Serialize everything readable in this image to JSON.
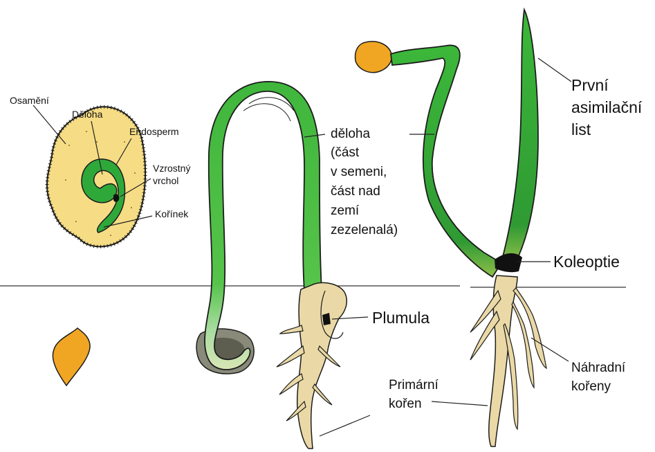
{
  "seed_labels": {
    "osameni": "Osamění",
    "deloha": "Děloha",
    "endosperm": "Endosperm",
    "vzrostny_line1": "Vzrostný",
    "vzrostny_line2": "vrchol",
    "korinek": "Kořínek"
  },
  "seedling_labels": {
    "deloha_lines": [
      "děloha",
      "(část",
      "v semeni,",
      "část nad",
      "zemí",
      "zezelenalá)"
    ],
    "plumula": "Plumula",
    "primarni_line1": "Primární",
    "primarni_line2": "kořen"
  },
  "plant_labels": {
    "prvni_line1": "První",
    "prvni_line2": "asimilační",
    "prvni_line3": "list",
    "koleoptie": "Koleoptie",
    "nahradni_line1": "Náhradní",
    "nahradni_line2": "kořeny"
  },
  "colors": {
    "green": "#2fa83a",
    "light_green": "#5fcf4a",
    "dark_green": "#1f7a2c",
    "endosperm": "#f6dc84",
    "root": "#ead9a6",
    "soil_seed": "#8a8a7a",
    "seed_orange": "#f0a623",
    "outline": "#1c1c1c"
  }
}
